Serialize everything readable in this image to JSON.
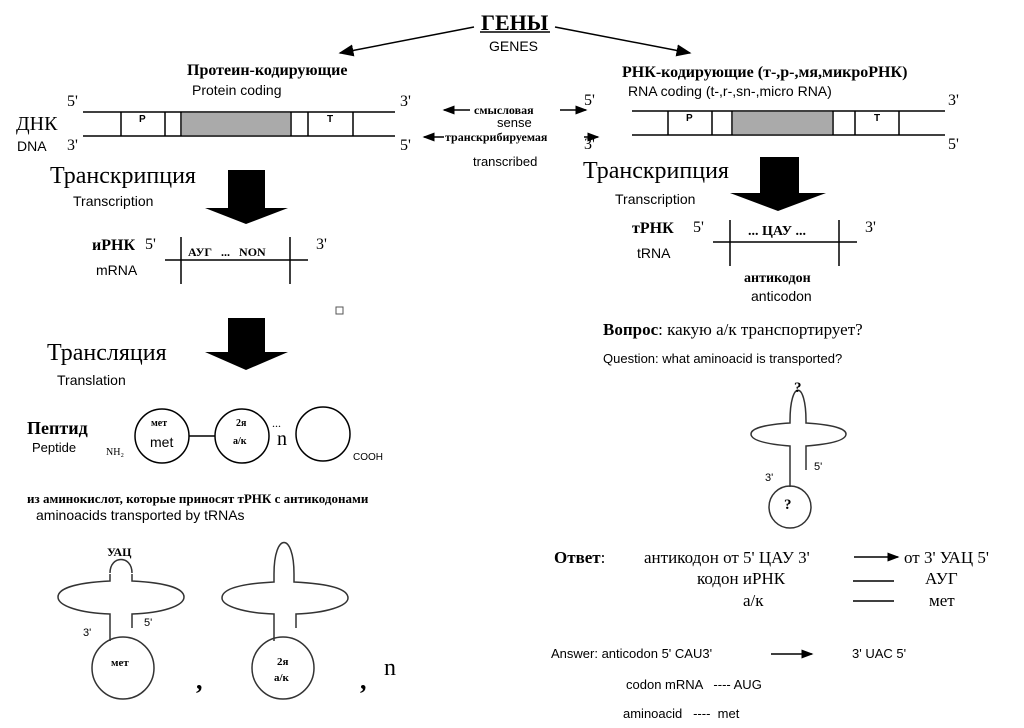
{
  "title": {
    "ru": "ГЕНЫ",
    "en": "GENES"
  },
  "left_branch": {
    "heading_ru": "Протеин-кодирующие",
    "heading_en": "Protein coding",
    "dna_label_ru": "ДНК",
    "dna_label_en": "DNA",
    "top_5": "5'",
    "top_3": "3'",
    "bottom_3": "3'",
    "bottom_5": "5'",
    "promoter": "P",
    "terminator": "T",
    "transcription_ru": "Транскрипция",
    "transcription_en": "Transcription",
    "mrna_label_ru": "иРНК",
    "mrna_label_en": "mRNA",
    "mrna_5": "5'",
    "mrna_3": "3'",
    "mrna_content": "АУГ   ...   NON",
    "translation_ru": "Трансляция",
    "translation_en": "Translation",
    "peptide_ru": "Пептид",
    "peptide_en": "Peptide",
    "nh2": "NH₂",
    "cooh": "COOH",
    "circle1_ru": "мет",
    "circle1_en": "met",
    "circle2_l1": "2я",
    "circle2_l2": "а/к",
    "dots": "...",
    "n": "n",
    "caption_ru": "из аминокислот, которые приносят тРНК с антикодонами",
    "caption_en": "aminoacids transported by tRNAs",
    "trna1_anticodon": "УАЦ",
    "trna1_3": "3'",
    "trna1_5": "5'",
    "trna1_aa": "мет",
    "trna2_aa_l1": "2я",
    "trna2_aa_l2": "а/к",
    "comma": ",",
    "n_end": "n"
  },
  "center": {
    "sense_ru": "смысловая",
    "sense_en": "sense",
    "transcribed_ru": "транскрибируемая",
    "transcribed_en": "transcribed"
  },
  "right_branch": {
    "heading_ru": "РНК-кодирующие (т-,р-,мя,микроРНК)",
    "heading_en": "RNA coding (t-,r-,sn-,micro RNA)",
    "top_5": "5'",
    "top_3": "3'",
    "bottom_3": "3'",
    "bottom_5": "5'",
    "promoter": "P",
    "terminator": "T",
    "transcription_ru": "Транскрипция",
    "transcription_en": "Transcription",
    "trna_label_ru": "тРНК",
    "trna_label_en": "tRNA",
    "trna_5": "5'",
    "trna_3": "3'",
    "trna_content": "... ЦАУ ...",
    "anticodon_ru": "антикодон",
    "anticodon_en": "anticodon",
    "question_bold": "Вопрос",
    "question_rest": ": какую а/к транспортирует?",
    "question_en": "Question: what aminoacid is transported?",
    "q_mark_top": "?",
    "q_mark_circle": "?",
    "q_3": "3'",
    "q_5": "5'",
    "answer_bold": "Ответ",
    "answer_colon": ":",
    "answer_ru_rows": [
      {
        "left": "антикодон от 5' ЦАУ 3'",
        "right": "от 3' УАЦ 5'"
      },
      {
        "left": "кодон иРНК",
        "right": "АУГ"
      },
      {
        "left": "а/к",
        "right": "мет"
      }
    ],
    "answer_en_line1": "Answer: anticodon 5' CAU3'",
    "answer_en_line1_right": "3' UAC 5'",
    "answer_en_line2": "codon mRNA   ---- AUG",
    "answer_en_line3": "aminoacid   ----  met"
  }
}
